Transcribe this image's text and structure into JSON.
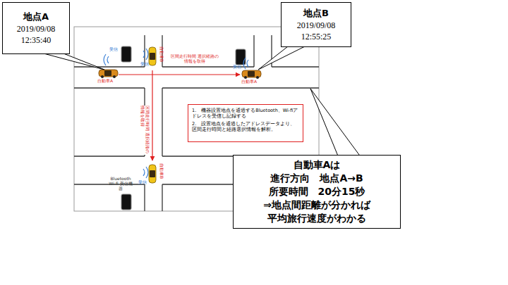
{
  "diagram": {
    "nodes": [
      {
        "text": [
          "地点A",
          "2019/09/08",
          "12:35:40"
        ]
      },
      {
        "text": [
          "地点B",
          "2019/09/08",
          "12:55:25"
        ]
      },
      {
        "text": [
          "1.　機器設置地点を通過するBluetooth、Wi-fiアドレスを受信し記録する",
          "2.　設置地点を通過したアドレスデータより、区間走行時間と経路選択情報を解析。"
        ]
      },
      {
        "text": [
          "自動車Aは",
          "進行方向　地点A→B",
          "所要時間　20分15秒",
          "⇒地点間距離が分かれば",
          "平均旅行速度がわかる"
        ]
      }
    ],
    "labels": [
      "自動車A",
      "自動車A",
      "自動車B",
      "自動車B",
      "区間走行時間 選択経路の情報を取得",
      "区間走行時間 選択経路の情報を取得",
      "受信",
      "受信",
      "受信",
      "受信",
      "Bluetooth Wi-fi 受信機器"
    ]
  }
}
